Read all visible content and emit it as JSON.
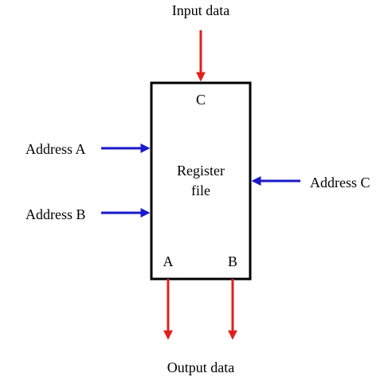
{
  "diagram": {
    "block": {
      "title_line1": "Register",
      "title_line2": "file"
    },
    "ports": {
      "c": "C",
      "a": "A",
      "b": "B"
    },
    "signals": {
      "input_data": "Input data",
      "address_a": "Address A",
      "address_b": "Address B",
      "address_c": "Address C",
      "output_data": "Output data"
    },
    "colors": {
      "data_arrow": "#e0201b",
      "address_arrow": "#1a1acc",
      "box_stroke": "#000000"
    }
  }
}
